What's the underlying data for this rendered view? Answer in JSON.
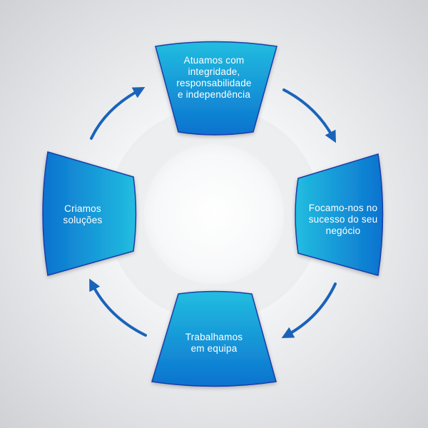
{
  "diagram": {
    "type": "cycle",
    "colors": {
      "panel_light": "#22bde0",
      "panel_dark": "#0b72cf",
      "panel_edge": "#1b3ca8",
      "arrow": "#1a63b9",
      "text": "#ffffff"
    },
    "steps": [
      {
        "id": "top",
        "label": "Atuamos com\nintegridade,\nresponsabilidade\ne independência"
      },
      {
        "id": "right",
        "label": "Focamo-nos no\nsucesso do seu\nnegócio"
      },
      {
        "id": "bottom",
        "label": "Trabalhamos\nem equipa"
      },
      {
        "id": "left",
        "label": "Criamos\nsoluções"
      }
    ],
    "arrow_direction": "clockwise"
  }
}
